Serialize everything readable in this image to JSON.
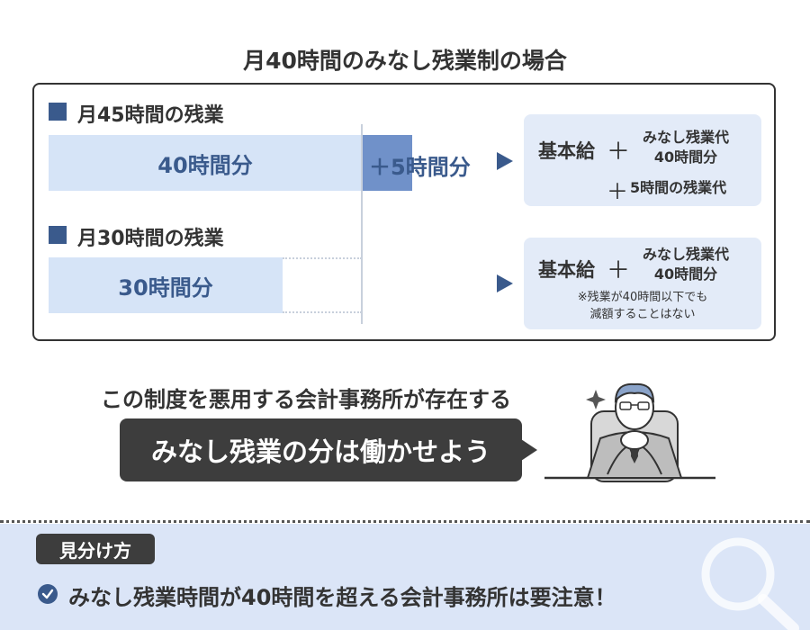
{
  "title": "月40時間のみなし残業制の場合",
  "case45": {
    "heading": "月45時間の残業",
    "bar_label": "40時間分",
    "extra_label": "＋5時間分",
    "box": {
      "base": "基本給",
      "plus": "＋",
      "minashi_line1": "みなし残業代",
      "minashi_line2": "40時間分",
      "extra_plus": "＋",
      "extra": "5時間の残業代"
    }
  },
  "case30": {
    "heading": "月30時間の残業",
    "bar_label": "30時間分",
    "box": {
      "base": "基本給",
      "plus": "＋",
      "minashi_line1": "みなし残業代",
      "minashi_line2": "40時間分",
      "note_line1": "※残業が40時間以下でも",
      "note_line2": "減額することはない"
    }
  },
  "warning": {
    "lead": "この制度を悪用する会計事務所が存在する",
    "bubble": "みなし残業の分は働かせよう"
  },
  "footer": {
    "tag": "見分け方",
    "text": "みなし残業時間が40時間を超える会計事務所は要注意！"
  },
  "colors": {
    "accent": "#3a5a8c",
    "bar": "#d6e4f7",
    "extra_bar": "#7091c9",
    "box": "#e3ebf8",
    "dark": "#3d3d3d",
    "footer_bg": "#dbe5f7"
  },
  "icons": {
    "bullet": "square-bullet-icon",
    "arrow": "play-triangle-icon",
    "check": "check-circle-icon",
    "magnifier": "magnifier-icon",
    "sparkle": "sparkle-icon",
    "person": "businessman-illustration"
  }
}
